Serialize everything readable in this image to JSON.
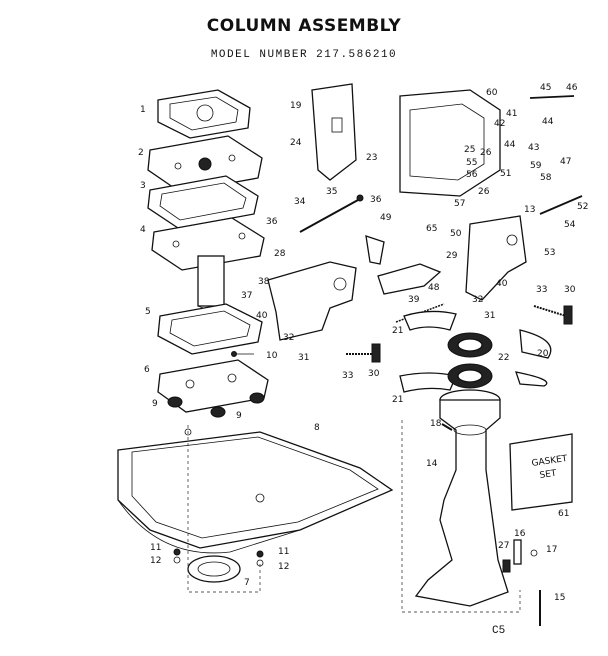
{
  "title": "COLUMN ASSEMBLY",
  "model_line": "MODEL NUMBER 217.586210",
  "footer_code": "C5",
  "gasket_set_label": [
    "GASKET",
    "SET"
  ],
  "callouts": [
    {
      "id": "c1",
      "text": "1"
    },
    {
      "id": "c2",
      "text": "2"
    },
    {
      "id": "c3",
      "text": "3"
    },
    {
      "id": "c4",
      "text": "4"
    },
    {
      "id": "c5",
      "text": "5"
    },
    {
      "id": "c6",
      "text": "6"
    },
    {
      "id": "c7",
      "text": "7"
    },
    {
      "id": "c8",
      "text": "8"
    },
    {
      "id": "c9a",
      "text": "9"
    },
    {
      "id": "c9b",
      "text": "9"
    },
    {
      "id": "c10",
      "text": "10"
    },
    {
      "id": "c11a",
      "text": "11"
    },
    {
      "id": "c11b",
      "text": "11"
    },
    {
      "id": "c12a",
      "text": "12"
    },
    {
      "id": "c12b",
      "text": "12"
    },
    {
      "id": "c13",
      "text": "13"
    },
    {
      "id": "c14",
      "text": "14"
    },
    {
      "id": "c15",
      "text": "15"
    },
    {
      "id": "c16",
      "text": "16"
    },
    {
      "id": "c17",
      "text": "17"
    },
    {
      "id": "c18",
      "text": "18"
    },
    {
      "id": "c19",
      "text": "19"
    },
    {
      "id": "c20",
      "text": "20"
    },
    {
      "id": "c21a",
      "text": "21"
    },
    {
      "id": "c21b",
      "text": "21"
    },
    {
      "id": "c22",
      "text": "22"
    },
    {
      "id": "c23",
      "text": "23"
    },
    {
      "id": "c24",
      "text": "24"
    },
    {
      "id": "c25",
      "text": "25"
    },
    {
      "id": "c26a",
      "text": "26"
    },
    {
      "id": "c26b",
      "text": "26"
    },
    {
      "id": "c27",
      "text": "27"
    },
    {
      "id": "c28",
      "text": "28"
    },
    {
      "id": "c29",
      "text": "29"
    },
    {
      "id": "c30a",
      "text": "30"
    },
    {
      "id": "c30b",
      "text": "30"
    },
    {
      "id": "c31a",
      "text": "31"
    },
    {
      "id": "c31b",
      "text": "31"
    },
    {
      "id": "c32a",
      "text": "32"
    },
    {
      "id": "c32b",
      "text": "32"
    },
    {
      "id": "c33a",
      "text": "33"
    },
    {
      "id": "c33b",
      "text": "33"
    },
    {
      "id": "c34",
      "text": "34"
    },
    {
      "id": "c35",
      "text": "35"
    },
    {
      "id": "c36a",
      "text": "36"
    },
    {
      "id": "c36b",
      "text": "36"
    },
    {
      "id": "c37",
      "text": "37"
    },
    {
      "id": "c38",
      "text": "38"
    },
    {
      "id": "c39",
      "text": "39"
    },
    {
      "id": "c40a",
      "text": "40"
    },
    {
      "id": "c40b",
      "text": "40"
    },
    {
      "id": "c41",
      "text": "41"
    },
    {
      "id": "c42",
      "text": "42"
    },
    {
      "id": "c43",
      "text": "43"
    },
    {
      "id": "c44a",
      "text": "44"
    },
    {
      "id": "c44b",
      "text": "44"
    },
    {
      "id": "c45",
      "text": "45"
    },
    {
      "id": "c46",
      "text": "46"
    },
    {
      "id": "c47",
      "text": "47"
    },
    {
      "id": "c48",
      "text": "48"
    },
    {
      "id": "c49",
      "text": "49"
    },
    {
      "id": "c50",
      "text": "50"
    },
    {
      "id": "c51",
      "text": "51"
    },
    {
      "id": "c52",
      "text": "52"
    },
    {
      "id": "c53",
      "text": "53"
    },
    {
      "id": "c54",
      "text": "54"
    },
    {
      "id": "c55",
      "text": "55"
    },
    {
      "id": "c56",
      "text": "56"
    },
    {
      "id": "c57",
      "text": "57"
    },
    {
      "id": "c58",
      "text": "58"
    },
    {
      "id": "c59",
      "text": "59"
    },
    {
      "id": "c60",
      "text": "60"
    },
    {
      "id": "c61",
      "text": "61"
    },
    {
      "id": "c65",
      "text": "65"
    }
  ]
}
